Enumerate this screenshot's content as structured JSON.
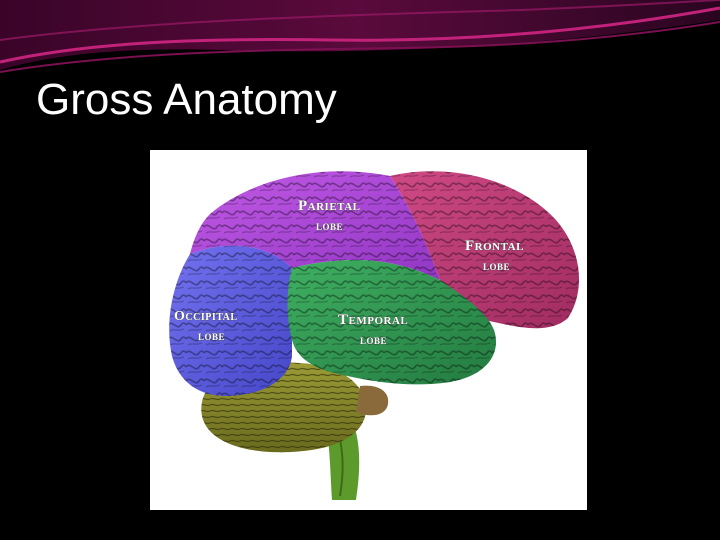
{
  "slide": {
    "title": "Gross Anatomy"
  },
  "theme": {
    "background": "#000000",
    "banner_dark": "#2a0520",
    "banner_accent": "#8a1760",
    "title_color": "#ffffff"
  },
  "figure": {
    "labels": {
      "parietal": [
        "Parietal",
        "lobe"
      ],
      "frontal": [
        "Frontal",
        "lobe"
      ],
      "occipital": [
        "Occipital",
        "lobe"
      ],
      "temporal": [
        "Temporal",
        "lobe"
      ]
    },
    "lobe_colors": {
      "parietal": "#b04bd8",
      "frontal": "#c0407a",
      "occipital": "#5b5ee0",
      "temporal": "#2f9a52",
      "cerebellum": "#8a8a2a",
      "brainstem": "#6aa030"
    }
  }
}
